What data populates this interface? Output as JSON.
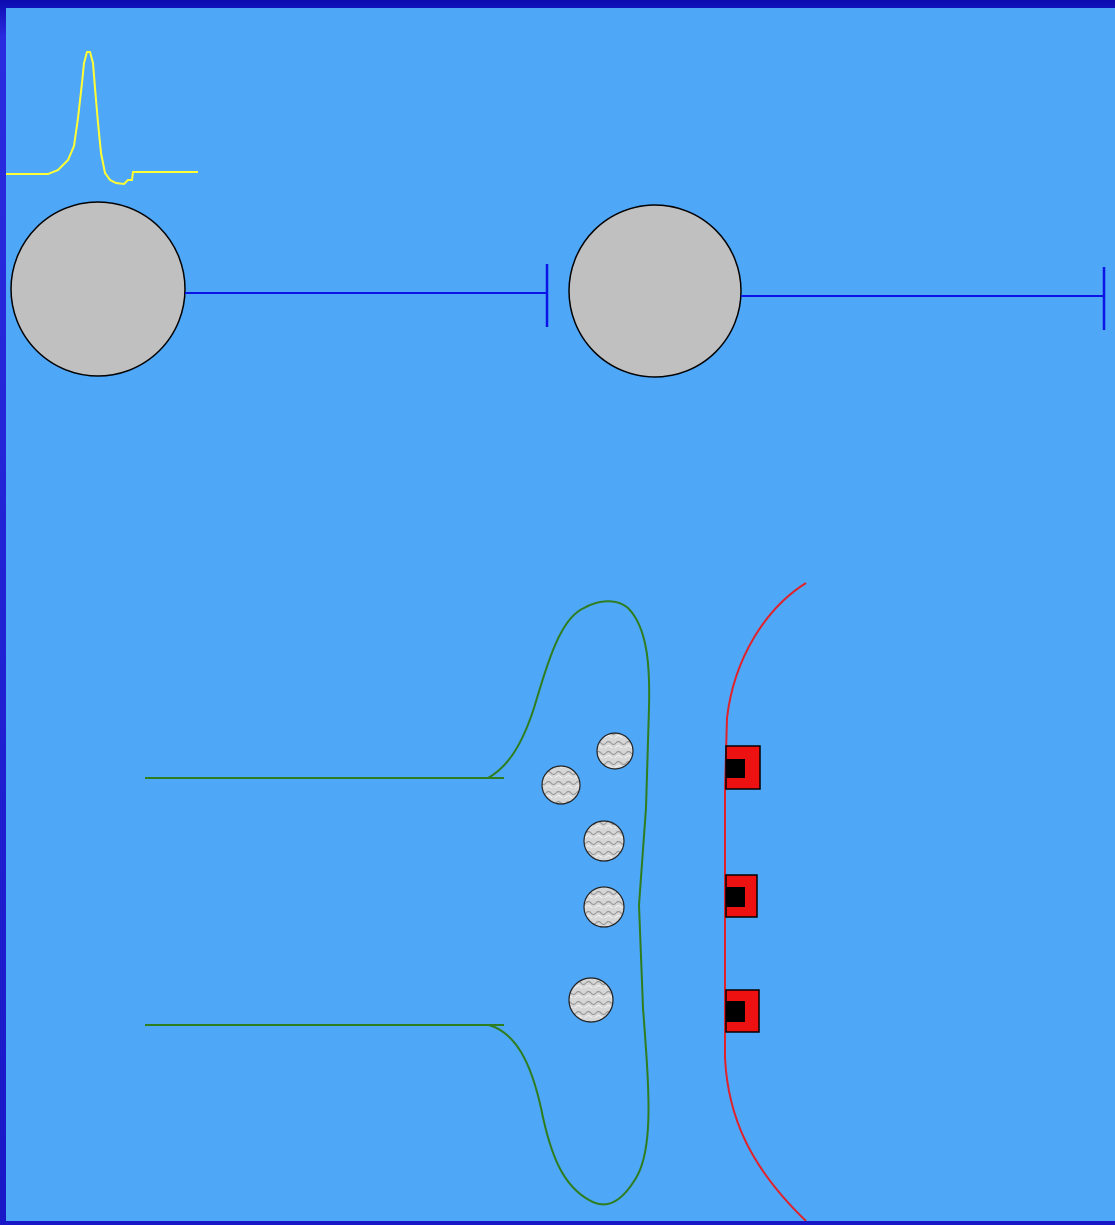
{
  "colors": {
    "background": "#4fa7f7",
    "frame": "#1818c8",
    "soma_fill": "#c0c0c0",
    "soma_stroke": "#000000",
    "axon": "#0a14e6",
    "action_potential_trace": "#ffff33",
    "presynaptic_membrane": "#2e7d1e",
    "postsynaptic_membrane": "#e0222a",
    "receptor_outer": "#ee1111",
    "receptor_inner": "#000000",
    "vesicle_fill": "#d6d6d6"
  },
  "icons": {
    "soma": "circle",
    "vesicle": "textured-circle",
    "receptor": "red-square-with-black-notch"
  },
  "diagram": {
    "neurons": 2,
    "vesicles": 5,
    "receptors": 3
  }
}
